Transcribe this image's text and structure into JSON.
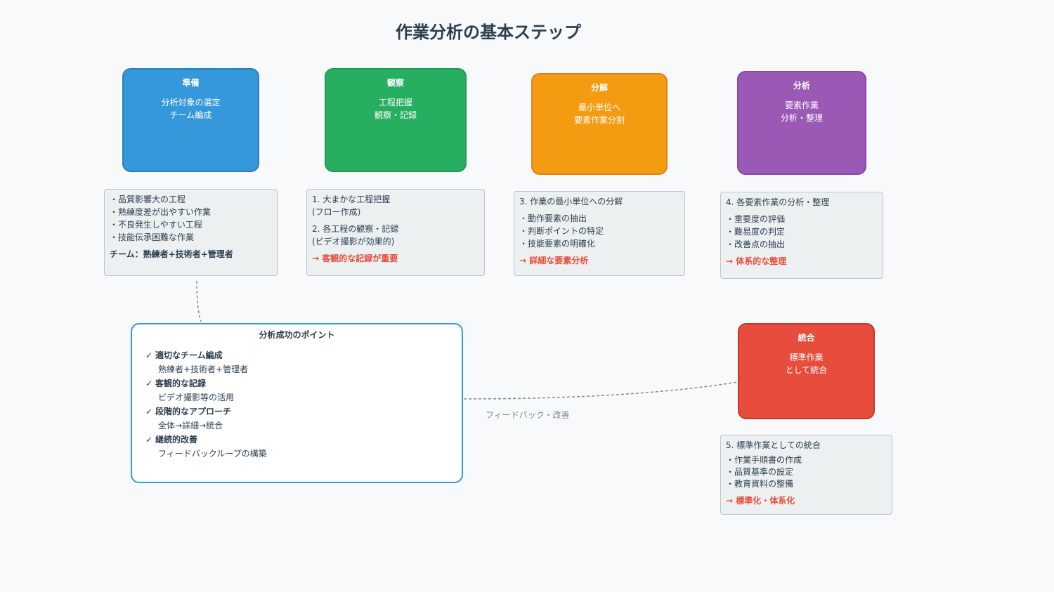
{
  "title": "作業分析の基本ステップ",
  "steps": [
    {
      "title": "準備",
      "line1": "分析対象の選定",
      "line2": "チーム編成",
      "color": "#3498db"
    },
    {
      "title": "観察",
      "line1": "工程把握",
      "line2": "観察・記録",
      "color": "#27ae60"
    },
    {
      "title": "分解",
      "line1": "最小単位へ",
      "line2": "要素作業分割",
      "color": "#f39c12"
    },
    {
      "title": "分析",
      "line1": "要素作業",
      "line2": "分析・整理",
      "color": "#9b59b6"
    },
    {
      "title": "統合",
      "line1": "標準作業",
      "line2": "として統合",
      "color": "#e74c3c"
    }
  ],
  "details": {
    "d1": {
      "items": [
        "・品質影響大の工程",
        "・熟練度差が出やすい作業",
        "・不良発生しやすい工程",
        "・技能伝承困難な作業"
      ],
      "team": "チーム：熟練者+技術者+管理者"
    },
    "d2": {
      "a1": "1. 大まかな工程把握",
      "a2": "(フロー作成)",
      "b1": "2. 各工程の観察・記録",
      "b2": "(ビデオ撮影が効果的)",
      "note": "→ 客観的な記録が重要"
    },
    "d3": {
      "head": "3. 作業の最小単位への分解",
      "items": [
        "・動作要素の抽出",
        "・判断ポイントの特定",
        "・技能要素の明確化"
      ],
      "note": "→ 詳細な要素分析"
    },
    "d4": {
      "head": "4. 各要素作業の分析・整理",
      "items": [
        "・重要度の評価",
        "・難易度の判定",
        "・改善点の抽出"
      ],
      "note": "→ 体系的な整理"
    },
    "d5": {
      "head": "5. 標準作業としての統合",
      "items": [
        "・作業手順書の作成",
        "・品質基準の設定",
        "・教育資料の整備"
      ],
      "note": "→ 標準化・体系化"
    }
  },
  "points": {
    "title": "分析成功のポイント",
    "items": [
      {
        "head": "適切なチーム編成",
        "sub": "熟練者+技術者+管理者"
      },
      {
        "head": "客観的な記録",
        "sub": "ビデオ撮影等の活用"
      },
      {
        "head": "段階的なアプローチ",
        "sub": "全体→詳細→統合"
      },
      {
        "head": "継続的改善",
        "sub": "フィードバックループの構築"
      }
    ]
  },
  "feedback_label": "フィードバック・改善"
}
